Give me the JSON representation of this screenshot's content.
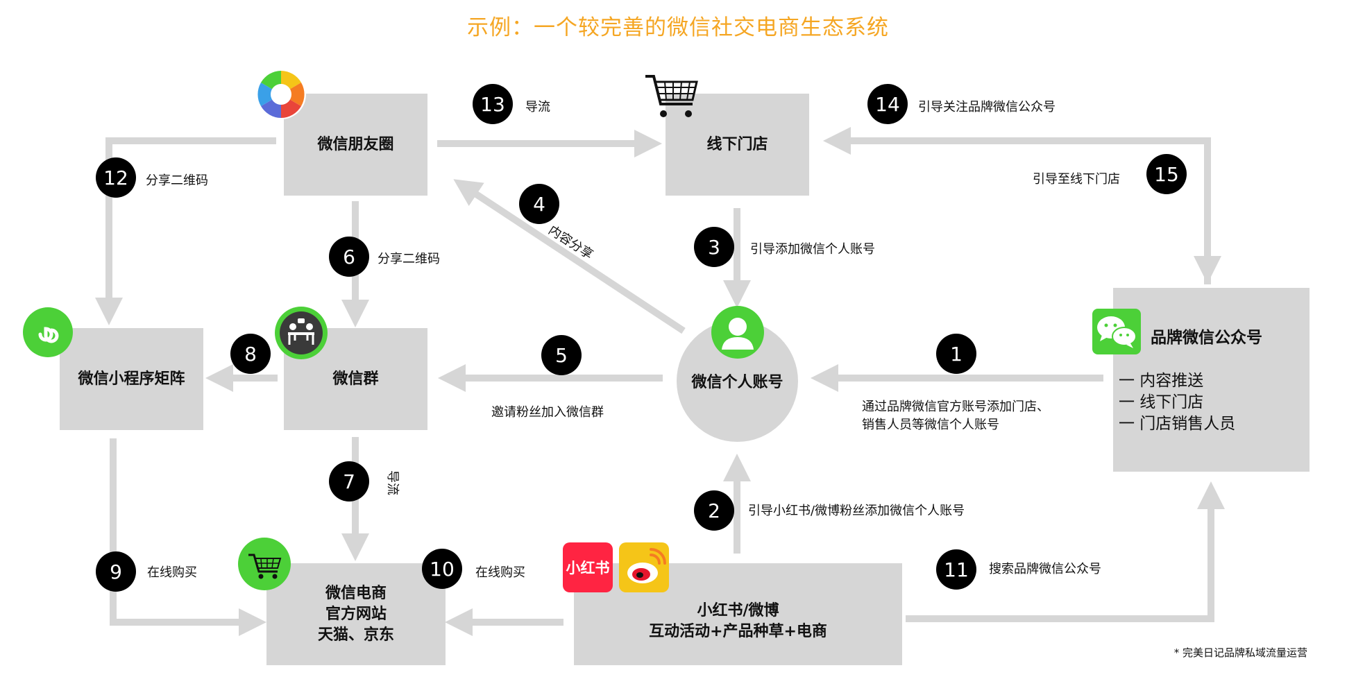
{
  "title": "示例：一个较完善的微信社交电商生态系统",
  "colors": {
    "title": "#f5a623",
    "box": "#d6d6d6",
    "arrow": "#d6d6d6",
    "badge": "#000000",
    "green": "#4cd038",
    "xhs_red": "#ff2442"
  },
  "nodes": {
    "moments": "微信朋友圈",
    "offline_store": "线下门店",
    "mini_program": "微信小程序矩阵",
    "group": "微信群",
    "personal": "微信个人账号",
    "official_account": {
      "title": "品牌微信公众号",
      "items": [
        "一 内容推送",
        "一 线下门店",
        "一 门店销售人员"
      ]
    },
    "ecommerce": [
      "微信电商",
      "官方网站",
      "天猫、京东"
    ],
    "xhs_weibo": [
      "小红书/微博",
      "互动活动+产品种草+电商"
    ]
  },
  "steps": [
    {
      "num": "1",
      "label": "通过品牌微信官方账号添加门店、销售人员等微信个人账号"
    },
    {
      "num": "2",
      "label": "引导小红书/微博粉丝添加微信个人账号"
    },
    {
      "num": "3",
      "label": "引导添加微信个人账号"
    },
    {
      "num": "4",
      "label": "内容分享"
    },
    {
      "num": "5",
      "label": "邀请粉丝加入微信群"
    },
    {
      "num": "6",
      "label": "分享二维码"
    },
    {
      "num": "7",
      "label": "导流"
    },
    {
      "num": "8",
      "label": ""
    },
    {
      "num": "9",
      "label": "在线购买"
    },
    {
      "num": "10",
      "label": "在线购买"
    },
    {
      "num": "11",
      "label": "搜索品牌微信公众号"
    },
    {
      "num": "12",
      "label": "分享二维码"
    },
    {
      "num": "13",
      "label": "导流"
    },
    {
      "num": "14",
      "label": "引导关注品牌微信公众号"
    },
    {
      "num": "15",
      "label": "引导至线下门店"
    }
  ],
  "logos": {
    "xhs": "小红书"
  },
  "footnote": "* 完美日记品牌私域流量运营",
  "icons": [
    "moments-aperture-icon",
    "shopping-cart-icon",
    "mini-program-icon",
    "group-meeting-icon",
    "person-icon",
    "wechat-logo-icon",
    "ecommerce-cart-icon",
    "xiaohongshu-logo-icon",
    "weibo-logo-icon"
  ]
}
